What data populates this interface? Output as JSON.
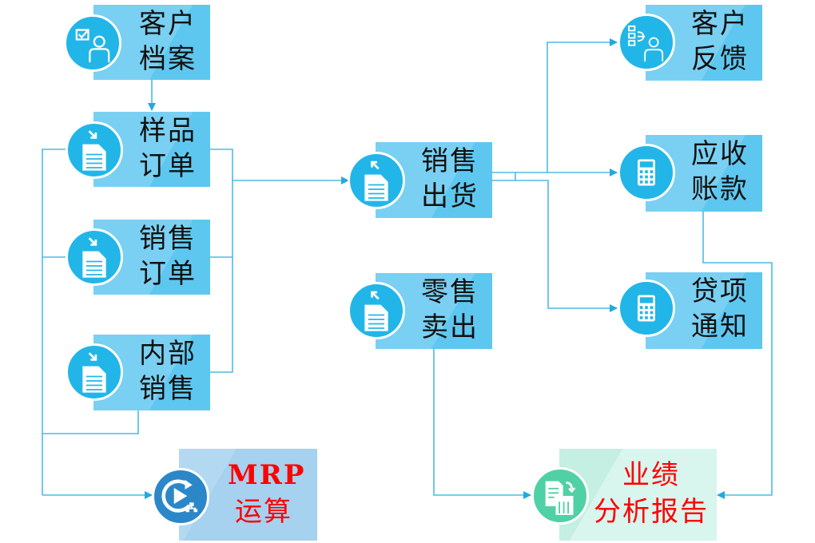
{
  "diagram": {
    "nodes": [
      {
        "id": "customer-profile",
        "lines": [
          "客户",
          "档案"
        ],
        "icon": "checklist-user-icon"
      },
      {
        "id": "sample-order",
        "lines": [
          "样品",
          "订单"
        ],
        "icon": "document-incoming-icon"
      },
      {
        "id": "sales-order",
        "lines": [
          "销售",
          "订单"
        ],
        "icon": "document-incoming-icon"
      },
      {
        "id": "internal-sales",
        "lines": [
          "内部",
          "销售"
        ],
        "icon": "document-incoming-icon"
      },
      {
        "id": "mrp-calc",
        "lines": [
          "MRP",
          "运算"
        ],
        "icon": "play-cycle-network-icon",
        "highlight": true
      },
      {
        "id": "sales-shipment",
        "lines": [
          "销售",
          "出货"
        ],
        "icon": "document-outgoing-icon"
      },
      {
        "id": "retail-sale",
        "lines": [
          "零售",
          "卖出"
        ],
        "icon": "document-outgoing-icon"
      },
      {
        "id": "customer-feedback",
        "lines": [
          "客户",
          "反馈"
        ],
        "icon": "survey-user-icon"
      },
      {
        "id": "accounts-receivable",
        "lines": [
          "应收",
          "账款"
        ],
        "icon": "calculator-icon"
      },
      {
        "id": "credit-notice",
        "lines": [
          "贷项",
          "通知"
        ],
        "icon": "calculator-icon"
      },
      {
        "id": "performance-report",
        "lines": [
          "业绩",
          "分析报告"
        ],
        "icon": "report-chart-icon",
        "highlight": true
      }
    ],
    "edges": [
      {
        "from": "customer-profile",
        "to": "sample-order"
      },
      {
        "from": "sample-order",
        "to": "sales-shipment"
      },
      {
        "from": "sales-order",
        "to": "sales-shipment"
      },
      {
        "from": "internal-sales",
        "to": "sales-shipment"
      },
      {
        "from": "sample-order",
        "to": "mrp-calc"
      },
      {
        "from": "sales-order",
        "to": "mrp-calc"
      },
      {
        "from": "internal-sales",
        "to": "mrp-calc"
      },
      {
        "from": "sales-shipment",
        "to": "customer-feedback"
      },
      {
        "from": "sales-shipment",
        "to": "accounts-receivable"
      },
      {
        "from": "sales-shipment",
        "to": "credit-notice"
      },
      {
        "from": "retail-sale",
        "to": "performance-report"
      },
      {
        "from": "accounts-receivable",
        "to": "performance-report"
      }
    ],
    "colors": {
      "box": "#79d0f2",
      "box_accent": "#5ec7ef",
      "icon_circle": "#22b6e8",
      "mrp_circle": "#2c87c9",
      "report_circle": "#4fd1a5",
      "connector": "#3bb3e3",
      "highlight_text": "#ff0000"
    }
  }
}
